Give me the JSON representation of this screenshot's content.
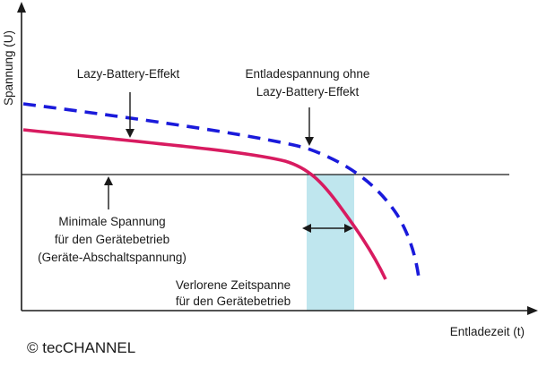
{
  "diagram": {
    "y_axis_label": "Spannung (U)",
    "x_axis_label": "Entladezeit (t)",
    "copyright": "© tecCHANNEL",
    "annotations": {
      "lazy_effect": "Lazy-Battery-Effekt",
      "without_effect_line1": "Entladespannung ohne",
      "without_effect_line2": "Lazy-Battery-Effekt",
      "min_voltage_line1": "Minimale Spannung",
      "min_voltage_line2": "für den Gerätebetrieb",
      "min_voltage_line3": "(Geräte-Abschaltspannung)",
      "lost_time_line1": "Verlorene Zeitspanne",
      "lost_time_line2": "für den Gerätebetrieb"
    },
    "colors": {
      "lazy_curve": "#d81b60",
      "normal_curve": "#1a1adb",
      "lost_time_region": "#bfe6ee",
      "axes": "#1a1a1a"
    },
    "series": [
      {
        "style": "solid",
        "color_key": "lazy_curve"
      },
      {
        "style": "dashed",
        "color_key": "normal_curve"
      }
    ]
  }
}
